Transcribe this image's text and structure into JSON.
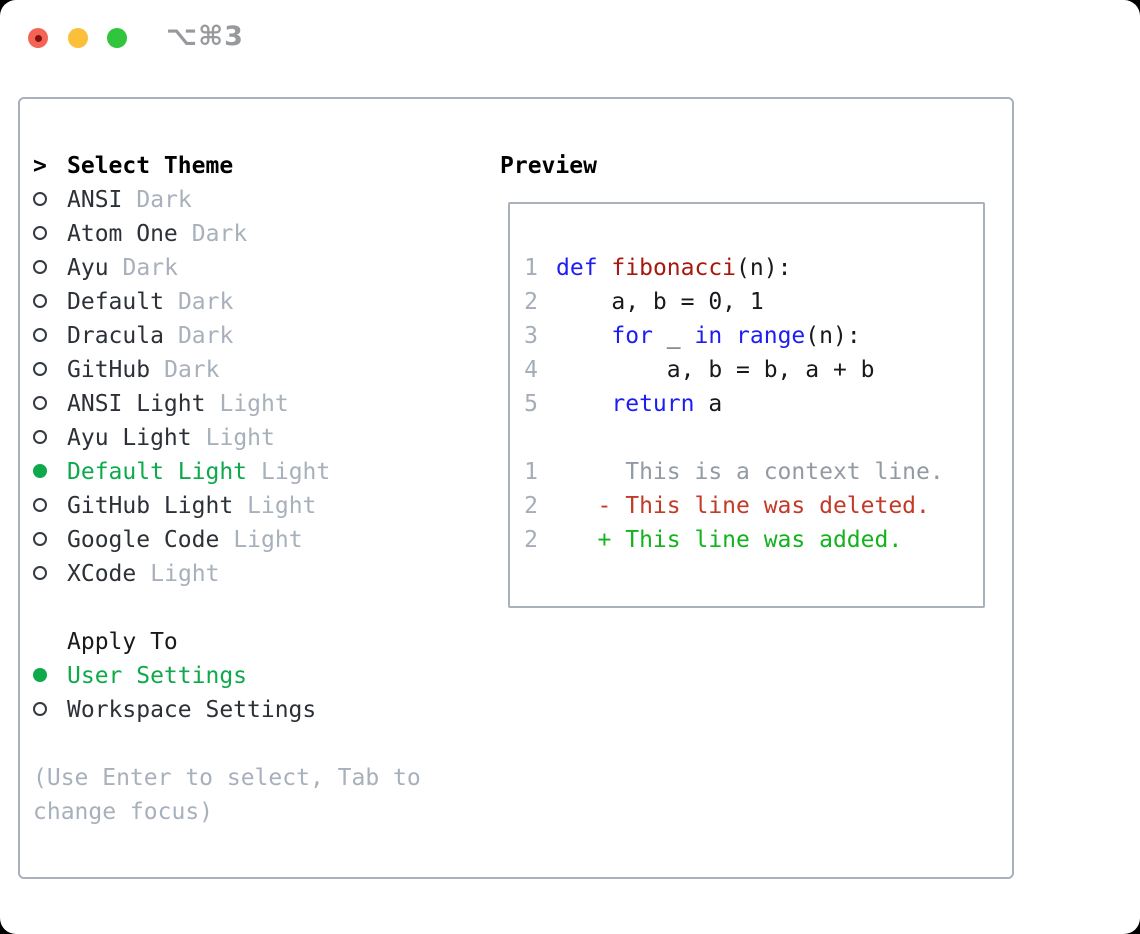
{
  "window": {
    "title": "⌥⌘3",
    "controls": [
      "close",
      "minimize",
      "maximize"
    ]
  },
  "theme_picker": {
    "header": {
      "prompt": ">",
      "label": "Select Theme"
    },
    "themes": [
      {
        "name": "ANSI",
        "tag": "Dark",
        "selected": false
      },
      {
        "name": "Atom One",
        "tag": "Dark",
        "selected": false
      },
      {
        "name": "Ayu",
        "tag": "Dark",
        "selected": false
      },
      {
        "name": "Default",
        "tag": "Dark",
        "selected": false
      },
      {
        "name": "Dracula",
        "tag": "Dark",
        "selected": false
      },
      {
        "name": "GitHub",
        "tag": "Dark",
        "selected": false
      },
      {
        "name": "ANSI Light",
        "tag": "Light",
        "selected": false
      },
      {
        "name": "Ayu Light",
        "tag": "Light",
        "selected": false
      },
      {
        "name": "Default Light",
        "tag": "Light",
        "selected": true
      },
      {
        "name": "GitHub Light",
        "tag": "Light",
        "selected": false
      },
      {
        "name": "Google Code",
        "tag": "Light",
        "selected": false
      },
      {
        "name": "XCode",
        "tag": "Light",
        "selected": false
      }
    ],
    "apply_to": {
      "label": "Apply To",
      "options": [
        {
          "name": "User Settings",
          "selected": true
        },
        {
          "name": "Workspace Settings",
          "selected": false
        }
      ]
    },
    "help_lines": [
      "(Use Enter to select, Tab to",
      "change focus)"
    ]
  },
  "preview": {
    "label": "Preview",
    "code_lines": [
      {
        "num": "1",
        "segments": [
          {
            "t": "def",
            "c": "kw"
          },
          {
            "t": " ",
            "c": ""
          },
          {
            "t": "fibonacci",
            "c": "fn"
          },
          {
            "t": "(n):",
            "c": ""
          }
        ]
      },
      {
        "num": "2",
        "segments": [
          {
            "t": "    a, b = 0, 1",
            "c": ""
          }
        ]
      },
      {
        "num": "3",
        "segments": [
          {
            "t": "    ",
            "c": ""
          },
          {
            "t": "for",
            "c": "kw"
          },
          {
            "t": " _ ",
            "c": ""
          },
          {
            "t": "in",
            "c": "kw"
          },
          {
            "t": " ",
            "c": ""
          },
          {
            "t": "range",
            "c": "kw"
          },
          {
            "t": "(n):",
            "c": ""
          }
        ]
      },
      {
        "num": "4",
        "segments": [
          {
            "t": "        a, b = b, a + b",
            "c": ""
          }
        ]
      },
      {
        "num": "5",
        "segments": [
          {
            "t": "    ",
            "c": ""
          },
          {
            "t": "return",
            "c": "kw"
          },
          {
            "t": " a",
            "c": ""
          }
        ]
      }
    ],
    "diff_lines": [
      {
        "num": "1",
        "kind": "context",
        "text": "     This is a context line."
      },
      {
        "num": "2",
        "kind": "deleted",
        "text": "   - This line was deleted."
      },
      {
        "num": "2",
        "kind": "added",
        "text": "   + This line was added."
      }
    ]
  },
  "colors": {
    "selection_green": "#0ea94b",
    "keyword_blue": "#1d1df2",
    "function_red": "#a8180f",
    "diff_deleted_red": "#c23a28",
    "diff_added_green": "#13b31e",
    "muted_gray": "#a8b0bc",
    "line_number_gray": "#a4adb9",
    "border_gray": "#a9b1bc",
    "titlebar_gray": "#97999d",
    "traffic_red": "#f46456",
    "traffic_yellow": "#fbbf3a",
    "traffic_green": "#31c53e"
  }
}
